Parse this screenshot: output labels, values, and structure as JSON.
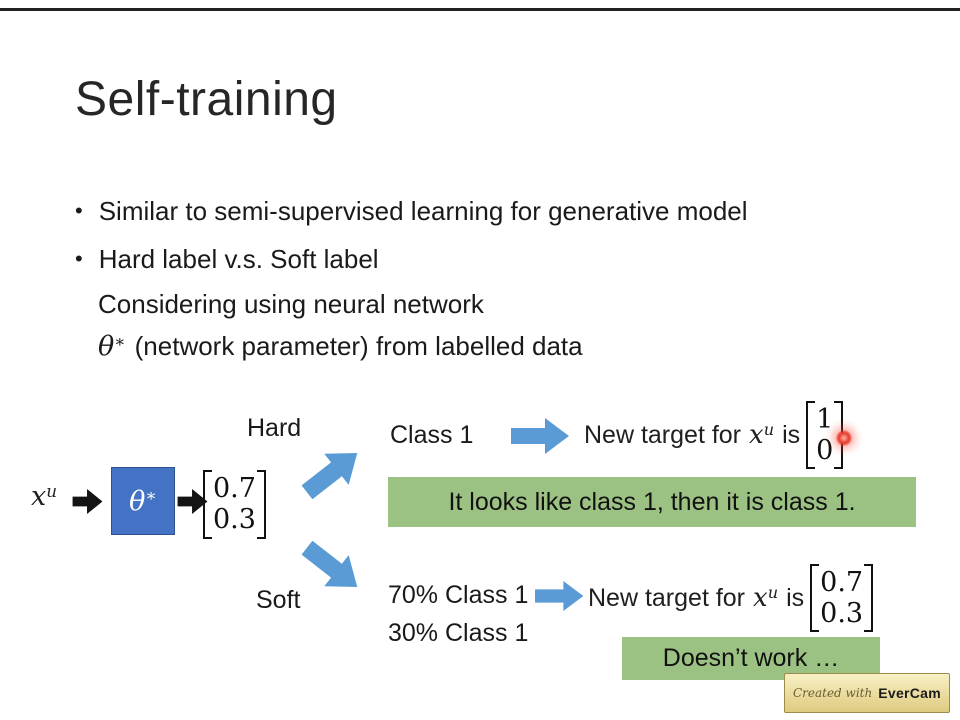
{
  "slide": {
    "title": "Self-training",
    "bullet_glyph": "•",
    "bullets": [
      "Similar to semi-supervised learning for generative model",
      "Hard label v.s. Soft label"
    ],
    "sub1": "Considering using neural network",
    "math_theta": "θ",
    "math_star": "∗",
    "sub2": "(network parameter) from labelled data"
  },
  "diagram": {
    "input_x": "x",
    "input_sup": "u",
    "model_theta": "θ",
    "model_star": "∗",
    "output_vector": [
      "0.7",
      "0.3"
    ],
    "hard_label": "Hard",
    "soft_label": "Soft",
    "class1_label": "Class 1",
    "target_line": {
      "prefix": "New target for",
      "x": "x",
      "sup": "u",
      "is": "is"
    },
    "hard_vector": [
      "1",
      "0"
    ],
    "hard_note": "It looks like class 1, then it is class 1.",
    "soft_line1": "70% Class 1",
    "soft_line2": "30% Class 1",
    "soft_vector": [
      "0.7",
      "0.3"
    ],
    "soft_note": "Doesn’t work …"
  },
  "watermark": {
    "prefix": "Created with",
    "brand": "EverCam"
  },
  "colors": {
    "model_box_blue": "#4472C4",
    "arrow_blue": "#5B9BD5",
    "note_green": "#9CC283",
    "laser_red": "#E8392B",
    "text": "#1F1F1F"
  }
}
